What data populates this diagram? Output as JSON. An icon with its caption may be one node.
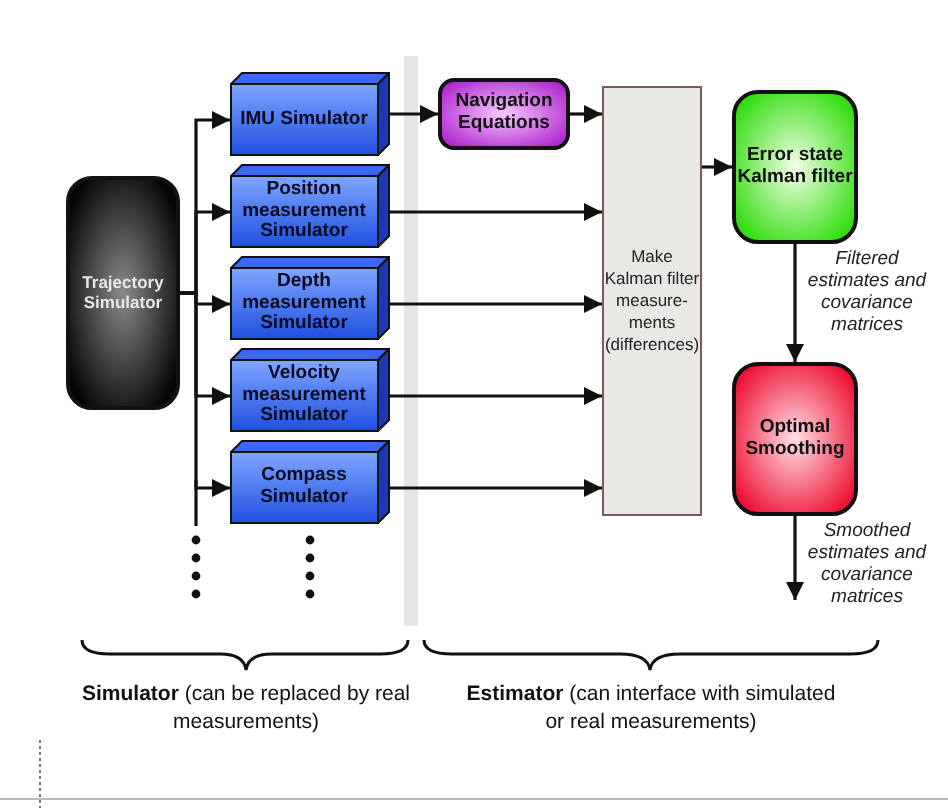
{
  "diagram": {
    "nodes": [
      {
        "text": [
          "Trajectory Simulator"
        ]
      },
      {
        "text": [
          "IMU Simulator"
        ]
      },
      {
        "text": [
          "Position measurement Simulator"
        ]
      },
      {
        "text": [
          "Depth measurement Simulator"
        ]
      },
      {
        "text": [
          "Velocity measurement Simulator"
        ]
      },
      {
        "text": [
          "Compass Simulator"
        ]
      },
      {
        "text": [
          "Navigation Equations"
        ]
      },
      {
        "text": [
          "Make Kalman filter measure-ments (differences)"
        ]
      },
      {
        "text": [
          "Error state Kalman filter"
        ]
      },
      {
        "text": [
          "Optimal Smoothing"
        ]
      }
    ],
    "edges": [
      {
        "from": 0,
        "to": 1,
        "arrow": "to"
      },
      {
        "from": 0,
        "to": 2,
        "arrow": "to"
      },
      {
        "from": 0,
        "to": 3,
        "arrow": "to"
      },
      {
        "from": 0,
        "to": 4,
        "arrow": "to"
      },
      {
        "from": 0,
        "to": 5,
        "arrow": "to"
      },
      {
        "from": 1,
        "to": 6,
        "arrow": "to"
      },
      {
        "from": 6,
        "to": 7,
        "arrow": "to"
      },
      {
        "from": 2,
        "to": 7,
        "arrow": "to"
      },
      {
        "from": 3,
        "to": 7,
        "arrow": "to"
      },
      {
        "from": 4,
        "to": 7,
        "arrow": "to"
      },
      {
        "from": 5,
        "to": 7,
        "arrow": "to"
      },
      {
        "from": 7,
        "to": 8,
        "arrow": "to"
      },
      {
        "from": 8,
        "to": 9,
        "arrow": "to",
        "label": "Filtered estimates and covariance matrices"
      },
      {
        "from": 9,
        "to": null,
        "arrow": "to",
        "label": "Smoothed estimates and covariance matrices"
      }
    ],
    "labels": [
      "**Simulator** (can be replaced by real measurements)",
      "**Estimator** (can interface with simulated or real measurements)"
    ]
  }
}
